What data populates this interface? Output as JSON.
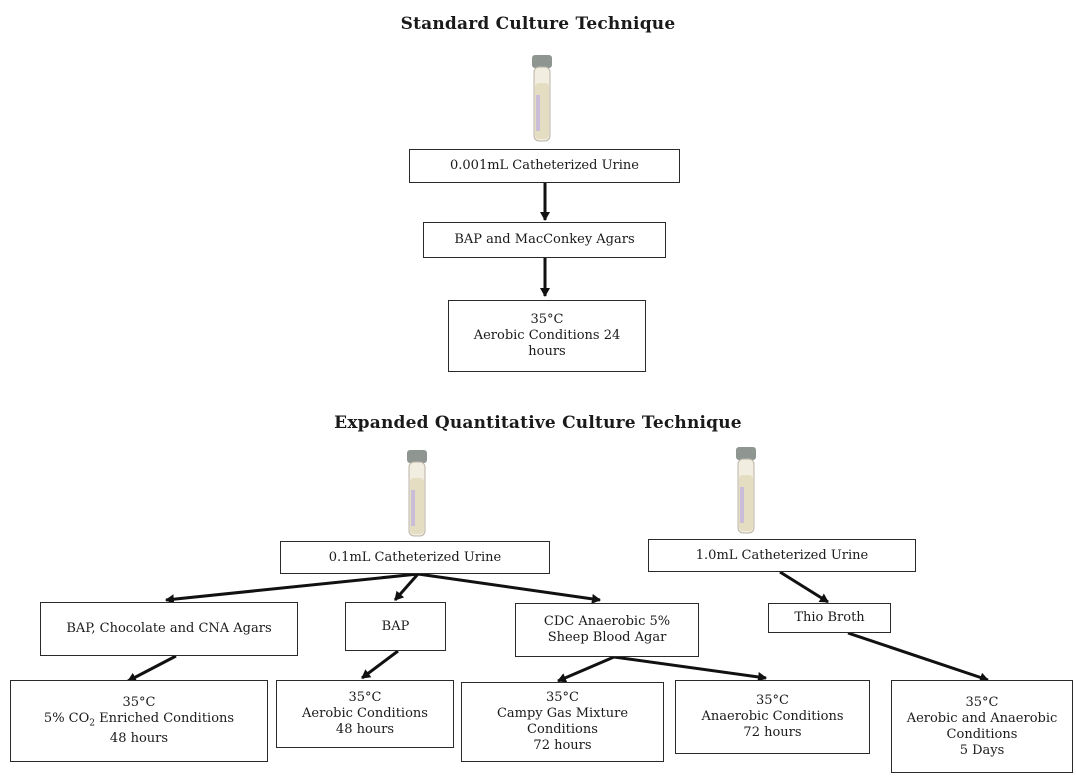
{
  "titles": {
    "standard": "Standard Culture Technique",
    "expanded": "Expanded Quantitative Culture Technique"
  },
  "standard": {
    "specimen": "0.001mL Catheterized Urine",
    "agars": "BAP and MacConkey Agars",
    "incubation": {
      "line1": "35°C",
      "line2": "Aerobic Conditions 24",
      "line3": "hours"
    }
  },
  "expanded": {
    "specimen_a": "0.1mL Catheterized Urine",
    "specimen_b": "1.0mL Catheterized Urine",
    "media": {
      "choc": "BAP, Chocolate and CNA Agars",
      "bap": "BAP",
      "cdc": {
        "line1": "CDC Anaerobic 5%",
        "line2": "Sheep Blood Agar"
      },
      "thio": "Thio Broth"
    },
    "conditions": {
      "co2": {
        "line1": "35°C",
        "line2a": "5% CO",
        "line2sub": "2",
        "line2b": " Enriched Conditions",
        "line3": "48 hours"
      },
      "aerobic": {
        "line1": "35°C",
        "line2": "Aerobic Conditions",
        "line3": "48 hours"
      },
      "campy": {
        "line1": "35°C",
        "line2": "Campy Gas Mixture",
        "line3": "Conditions",
        "line4": "72 hours"
      },
      "anaerobic": {
        "line1": "35°C",
        "line2": "Anaerobic Conditions",
        "line3": "72 hours"
      },
      "aero_anaero": {
        "line1": "35°C",
        "line2": "Aerobic and Anaerobic",
        "line3": "Conditions",
        "line4": "5 Days"
      }
    }
  },
  "colors": {
    "tube_cap": "#8f9691",
    "tube_body": "#f1ede0",
    "tube_fluid": "#e4ddc2",
    "tube_label": "#c9bdd8",
    "arrow": "#111111"
  }
}
